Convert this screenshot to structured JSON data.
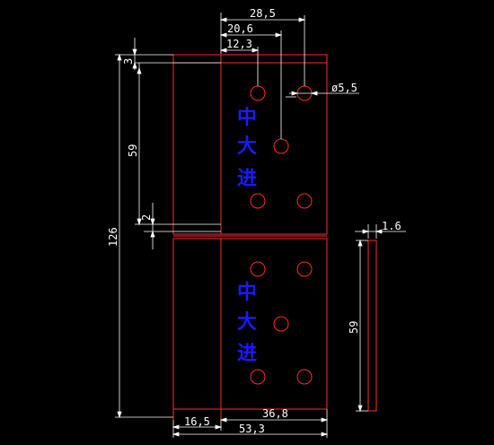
{
  "colors": {
    "background": "#000000",
    "part_outline": "#ff2a2a",
    "dimension": "#ffffff",
    "text_cjk": "#1a1aff"
  },
  "dimensions": {
    "d_28_5": "28,5",
    "d_20_6": "20,6",
    "d_12_3": "12,3",
    "d_3": "3",
    "d_59_left": "59",
    "d_2": "2",
    "d_126": "126",
    "d_dia_5_5": "ø5,5",
    "d_1_6": "1.6",
    "d_59_right": "59",
    "d_16_5": "16,5",
    "d_36_8": "36,8",
    "d_53_3": "53,3"
  },
  "plate_text": {
    "top": [
      "中",
      "大",
      "进"
    ],
    "bottom": [
      "中",
      "大",
      "进"
    ]
  }
}
